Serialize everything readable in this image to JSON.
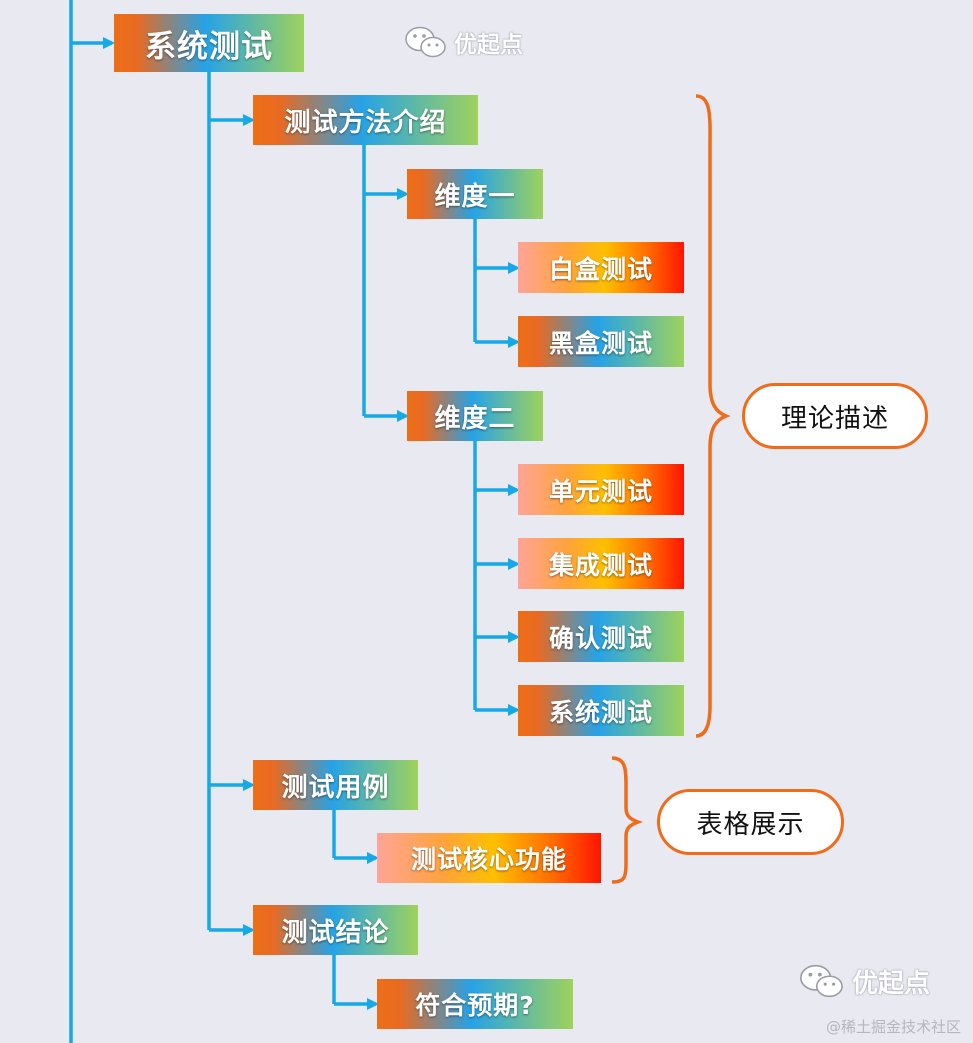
{
  "nodes": {
    "root": "系统测试",
    "methods": "测试方法介绍",
    "dim1": "维度一",
    "whitebox": "白盒测试",
    "blackbox": "黑盒测试",
    "dim2": "维度二",
    "unit": "单元测试",
    "integration": "集成测试",
    "acceptance": "确认测试",
    "system": "系统测试",
    "cases": "测试用例",
    "core_func": "测试核心功能",
    "conclusion": "测试结论",
    "expected": "符合预期?"
  },
  "callouts": {
    "theory": "理论描述",
    "table": "表格展示"
  },
  "watermark": {
    "brand": "优起点",
    "credit": "@稀土掘金技术社区"
  },
  "colors": {
    "connector": "#16a9e8",
    "bracket": "#ef6c1a"
  }
}
